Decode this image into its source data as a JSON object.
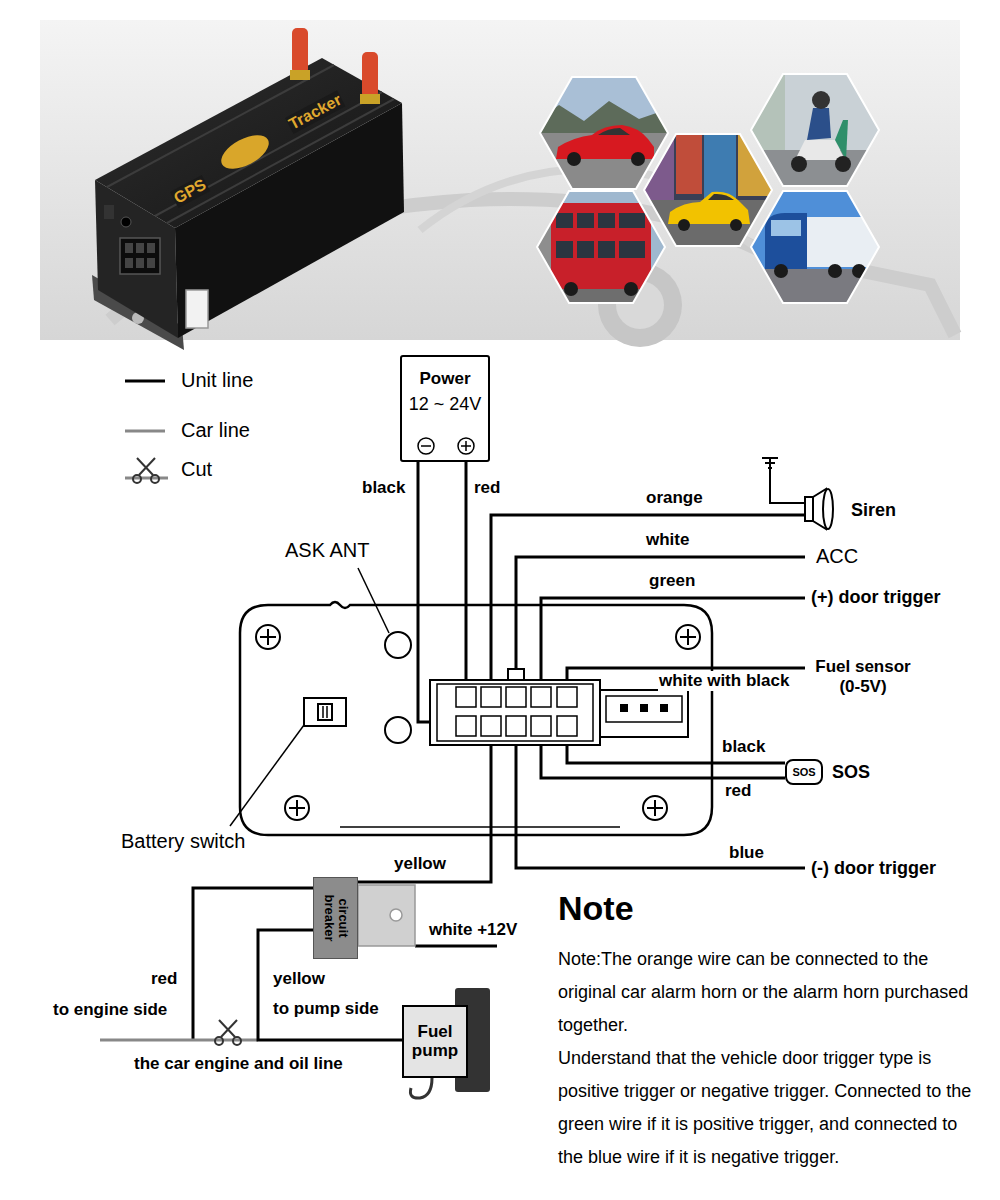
{
  "diagram": {
    "nodes": [
      {
        "text": [
          "Power",
          "12 ~ 24V"
        ]
      },
      {
        "text": [
          "SOS",
          "SOS"
        ]
      },
      {
        "text": [
          "circuit breaker"
        ]
      },
      {
        "text": [
          "Fuel pump"
        ]
      }
    ],
    "edges": [
      {
        "from": 2,
        "to": 3,
        "arrow": "none"
      }
    ],
    "labels": [
      "GPS",
      "Tracker",
      "black",
      "red",
      "orange",
      "Siren",
      "ASK ANT",
      "white",
      "ACC",
      "green",
      "(+) door trigger",
      "white with black",
      "Fuel sensor (0-5V)",
      "black",
      "red",
      "Battery switch",
      "yellow",
      "blue",
      "(-) door trigger",
      "Note",
      "white +12V",
      "red",
      "yellow",
      "to engine side",
      "to pump side",
      "the car engine and oil line",
      "Note:The orange wire can be connected to the original car alarm horn or the alarm horn purchased together.",
      "Understand that the vehicle door trigger type is positive trigger or negative trigger. Connected to the green wire if it is positive trigger, and connected to the blue wire if it is negative trigger."
    ],
    "legend": [
      {
        "text": "Unit line"
      },
      {
        "text": "Car line"
      },
      {
        "text": "Cut"
      }
    ]
  }
}
